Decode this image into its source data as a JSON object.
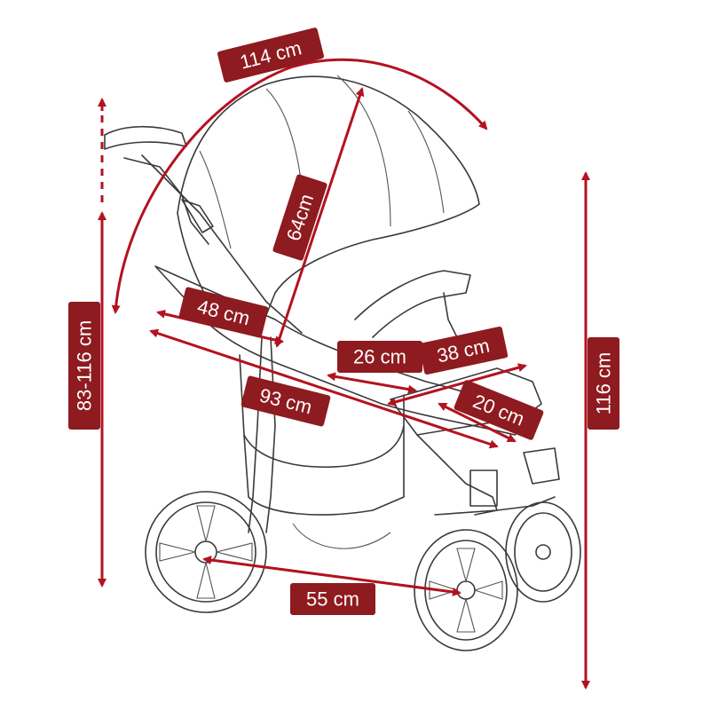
{
  "colors": {
    "arrow": "#b3121f",
    "label_bg": "#8e1b1f",
    "label_text": "#ffffff",
    "outline": "#3a3a3a"
  },
  "dimensions": {
    "canopy_arc": "114 cm",
    "canopy_height": "64cm",
    "seat_width": "48 cm",
    "overall_length": "93 cm",
    "seat_depth": "26 cm",
    "footrest_length": "38 cm",
    "footrest_depth": "20 cm",
    "handle_height": "83-116 cm",
    "total_height": "116 cm",
    "wheelbase": "55 cm"
  }
}
